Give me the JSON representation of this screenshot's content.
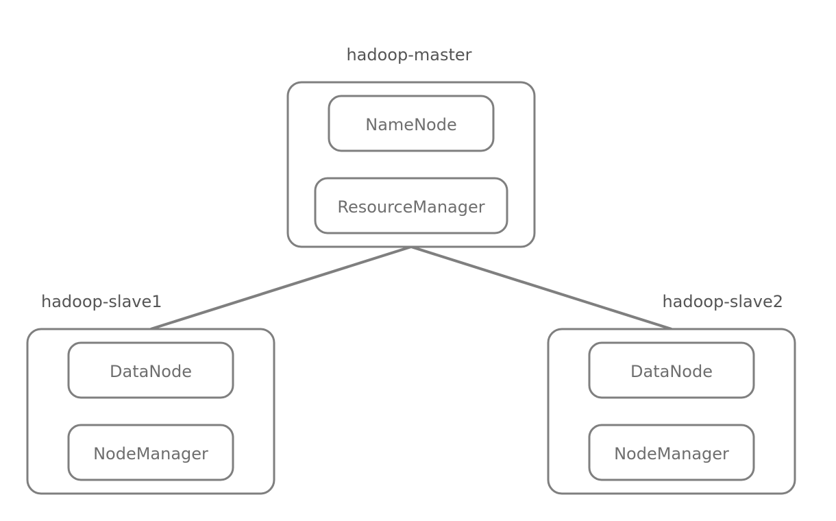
{
  "diagram": {
    "master": {
      "name": "hadoop-master",
      "services": [
        "NameNode",
        "ResourceManager"
      ]
    },
    "slave1": {
      "name": "hadoop-slave1",
      "services": [
        "DataNode",
        "NodeManager"
      ]
    },
    "slave2": {
      "name": "hadoop-slave2",
      "services": [
        "DataNode",
        "NodeManager"
      ]
    }
  },
  "colors": {
    "stroke": "#7f7f7f",
    "text": "#555555",
    "service_text": "#6e6e6e",
    "background": "#ffffff"
  }
}
